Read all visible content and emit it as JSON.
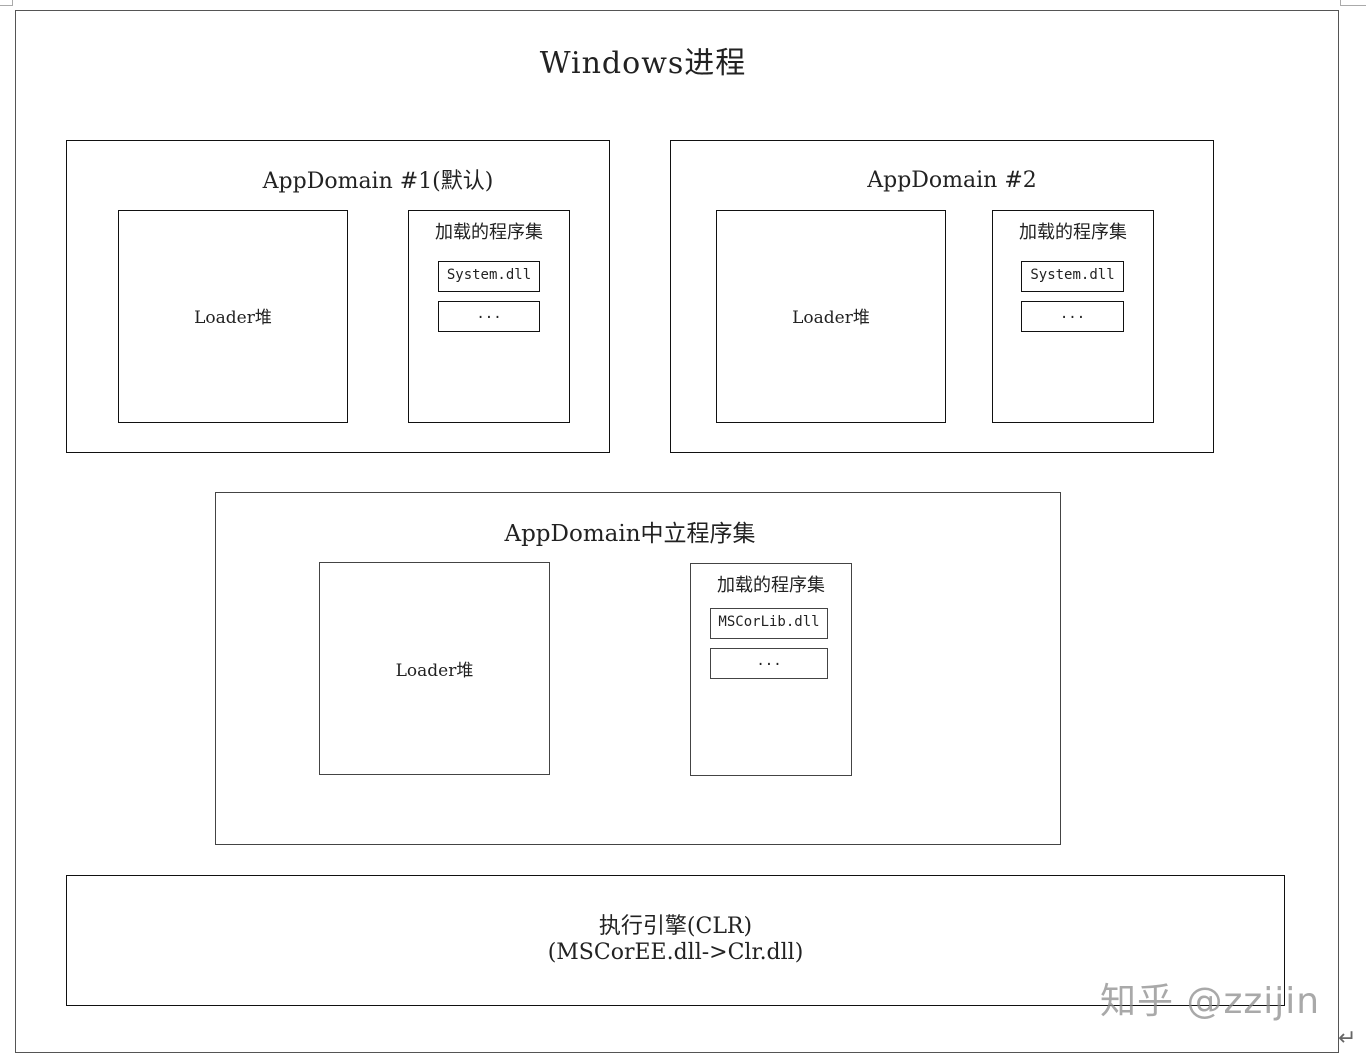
{
  "diagram": {
    "title": "Windows进程",
    "app_domains": [
      {
        "title": "AppDomain #1(默认)",
        "loader_heap": "Loader堆",
        "loaded_assemblies": {
          "title": "加载的程序集",
          "items": [
            "System.dll",
            "..."
          ]
        }
      },
      {
        "title": "AppDomain #2",
        "loader_heap": "Loader堆",
        "loaded_assemblies": {
          "title": "加载的程序集",
          "items": [
            "System.dll",
            "..."
          ]
        }
      }
    ],
    "neutral_domain": {
      "title": "AppDomain中立程序集",
      "loader_heap": "Loader堆",
      "loaded_assemblies": {
        "title": "加载的程序集",
        "items": [
          "MSCorLib.dll",
          "..."
        ]
      }
    },
    "execution_engine": {
      "line1": "执行引擎(CLR)",
      "line2": "(MSCorEE.dll->Clr.dll)"
    }
  },
  "watermark": "知乎 @zzijin",
  "paragraph_mark": "↵",
  "colors": {
    "outer_border": "#555555",
    "box_border": "#111111",
    "text": "#222222",
    "watermark": "#8c8c8c"
  }
}
